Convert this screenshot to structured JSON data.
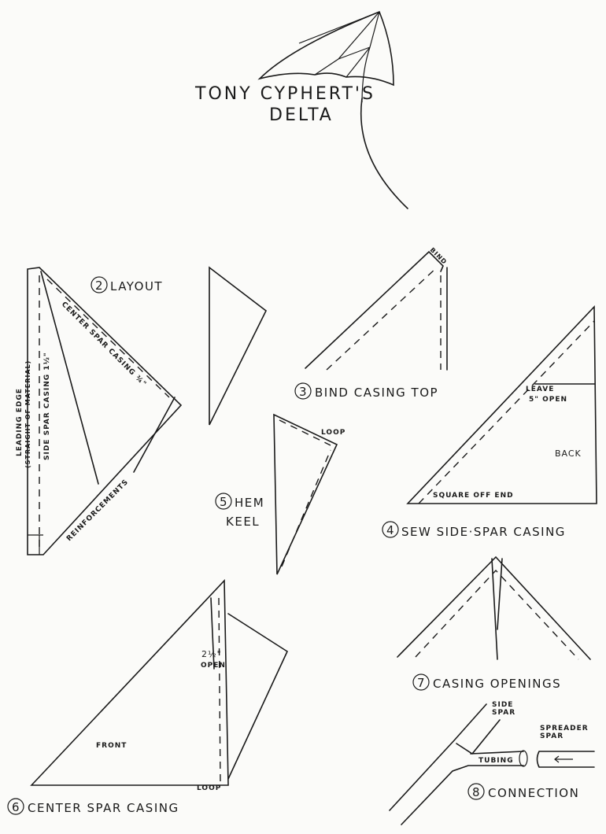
{
  "title": {
    "line1": "TONY CYPHERT'S",
    "line2": "DELTA"
  },
  "steps": [
    {
      "number": "2",
      "label": "LAYOUT"
    },
    {
      "number": "3",
      "label": "BIND CASING TOP"
    },
    {
      "number": "4",
      "label": "SEW SIDE·SPAR CASING"
    },
    {
      "number": "5",
      "label": "HEM",
      "label2": "KEEL"
    },
    {
      "number": "6",
      "label": "CENTER SPAR CASING"
    },
    {
      "number": "7",
      "label": "CASING OPENINGS"
    },
    {
      "number": "8",
      "label": "CONNECTION"
    }
  ],
  "layout_labels": {
    "leading_edge": "LEADING EDGE",
    "straight": "(STRAIGHT OF MATERIAL)",
    "side_spar": "SIDE SPAR CASING 1½\"",
    "center_spar": "CENTER SPAR CASING ¾\"",
    "reinforcements": "REINFORCEMENTS"
  },
  "bind_label": "BIND",
  "sew_labels": {
    "leave": "LEAVE",
    "open": "5\" OPEN",
    "back": "BACK",
    "square": "SQUARE OFF END"
  },
  "keel_labels": {
    "loop": "LOOP"
  },
  "center_labels": {
    "open_size": "2½\"",
    "open": "OPEN",
    "front": "FRONT",
    "loop": "LOOP"
  },
  "connection_labels": {
    "side": "SIDE",
    "spar": "SPAR",
    "spreader": "SPREADER",
    "spreader_spar": "SPAR",
    "tubing": "TUBING"
  }
}
